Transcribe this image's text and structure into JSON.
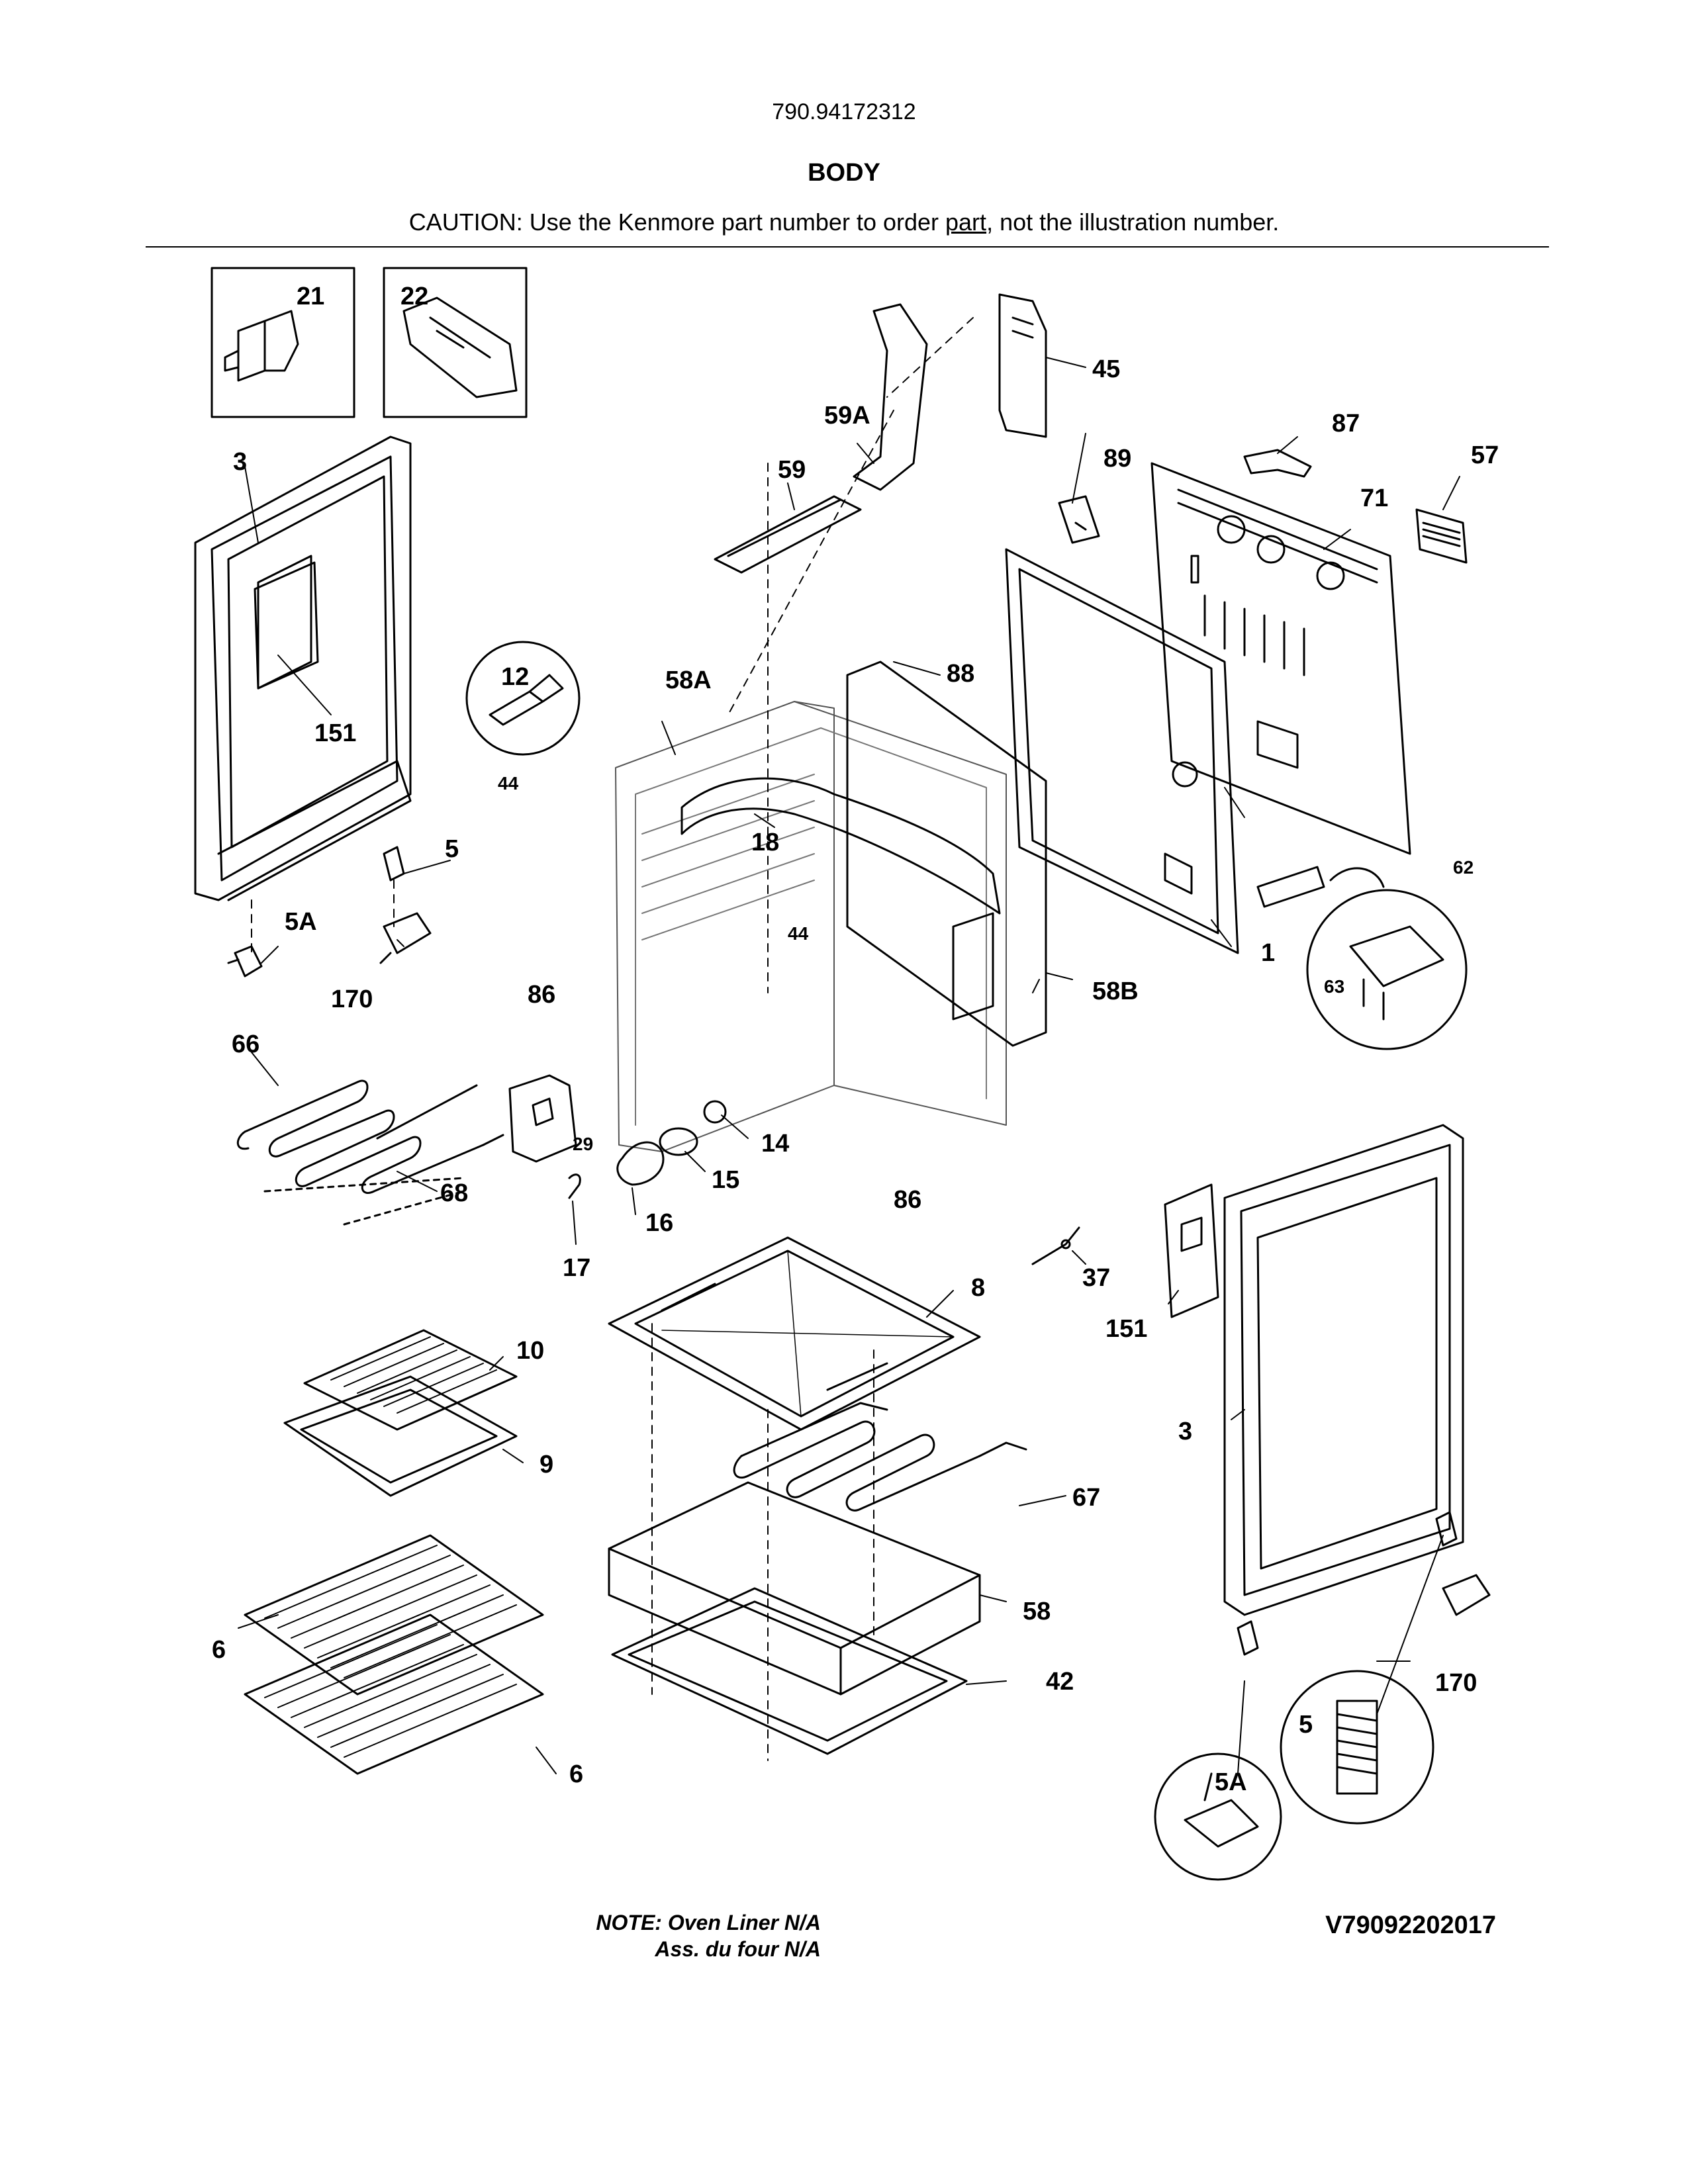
{
  "header": {
    "model_number": "790.94172312",
    "section_title": "BODY",
    "caution_prefix": "CAUTION: Use the Kenmore part number to order ",
    "caution_underlined": "part",
    "caution_suffix": ", not the illustration number."
  },
  "callouts": {
    "c21": "21",
    "c22": "22",
    "c3a": "3",
    "c151a": "151",
    "c5a": "5",
    "c5Aa": "5A",
    "c170a": "170",
    "c12": "12",
    "c44a": "44",
    "c58A": "58A",
    "c18": "18",
    "c44b": "44",
    "c86a": "86",
    "c86b": "86",
    "c59": "59",
    "c59A": "59A",
    "c45": "45",
    "c89": "89",
    "c87": "87",
    "c57": "57",
    "c71": "71",
    "c88": "88",
    "c62": "62",
    "c63": "63",
    "c1": "1",
    "c58B": "58B",
    "c66": "66",
    "c68": "68",
    "c29": "29",
    "c14": "14",
    "c15": "15",
    "c16": "16",
    "c17": "17",
    "c37": "37",
    "c8": "8",
    "c151b": "151",
    "c3b": "3",
    "c10": "10",
    "c9": "9",
    "c67": "67",
    "c58": "58",
    "c42": "42",
    "c6a": "6",
    "c6b": "6",
    "c5b": "5",
    "c5Ab": "5A",
    "c170b": "170"
  },
  "footer": {
    "note_line1": "NOTE: Oven Liner N/A",
    "note_line2": "Ass. du four N/A",
    "diagram_code": "V79092202017"
  }
}
